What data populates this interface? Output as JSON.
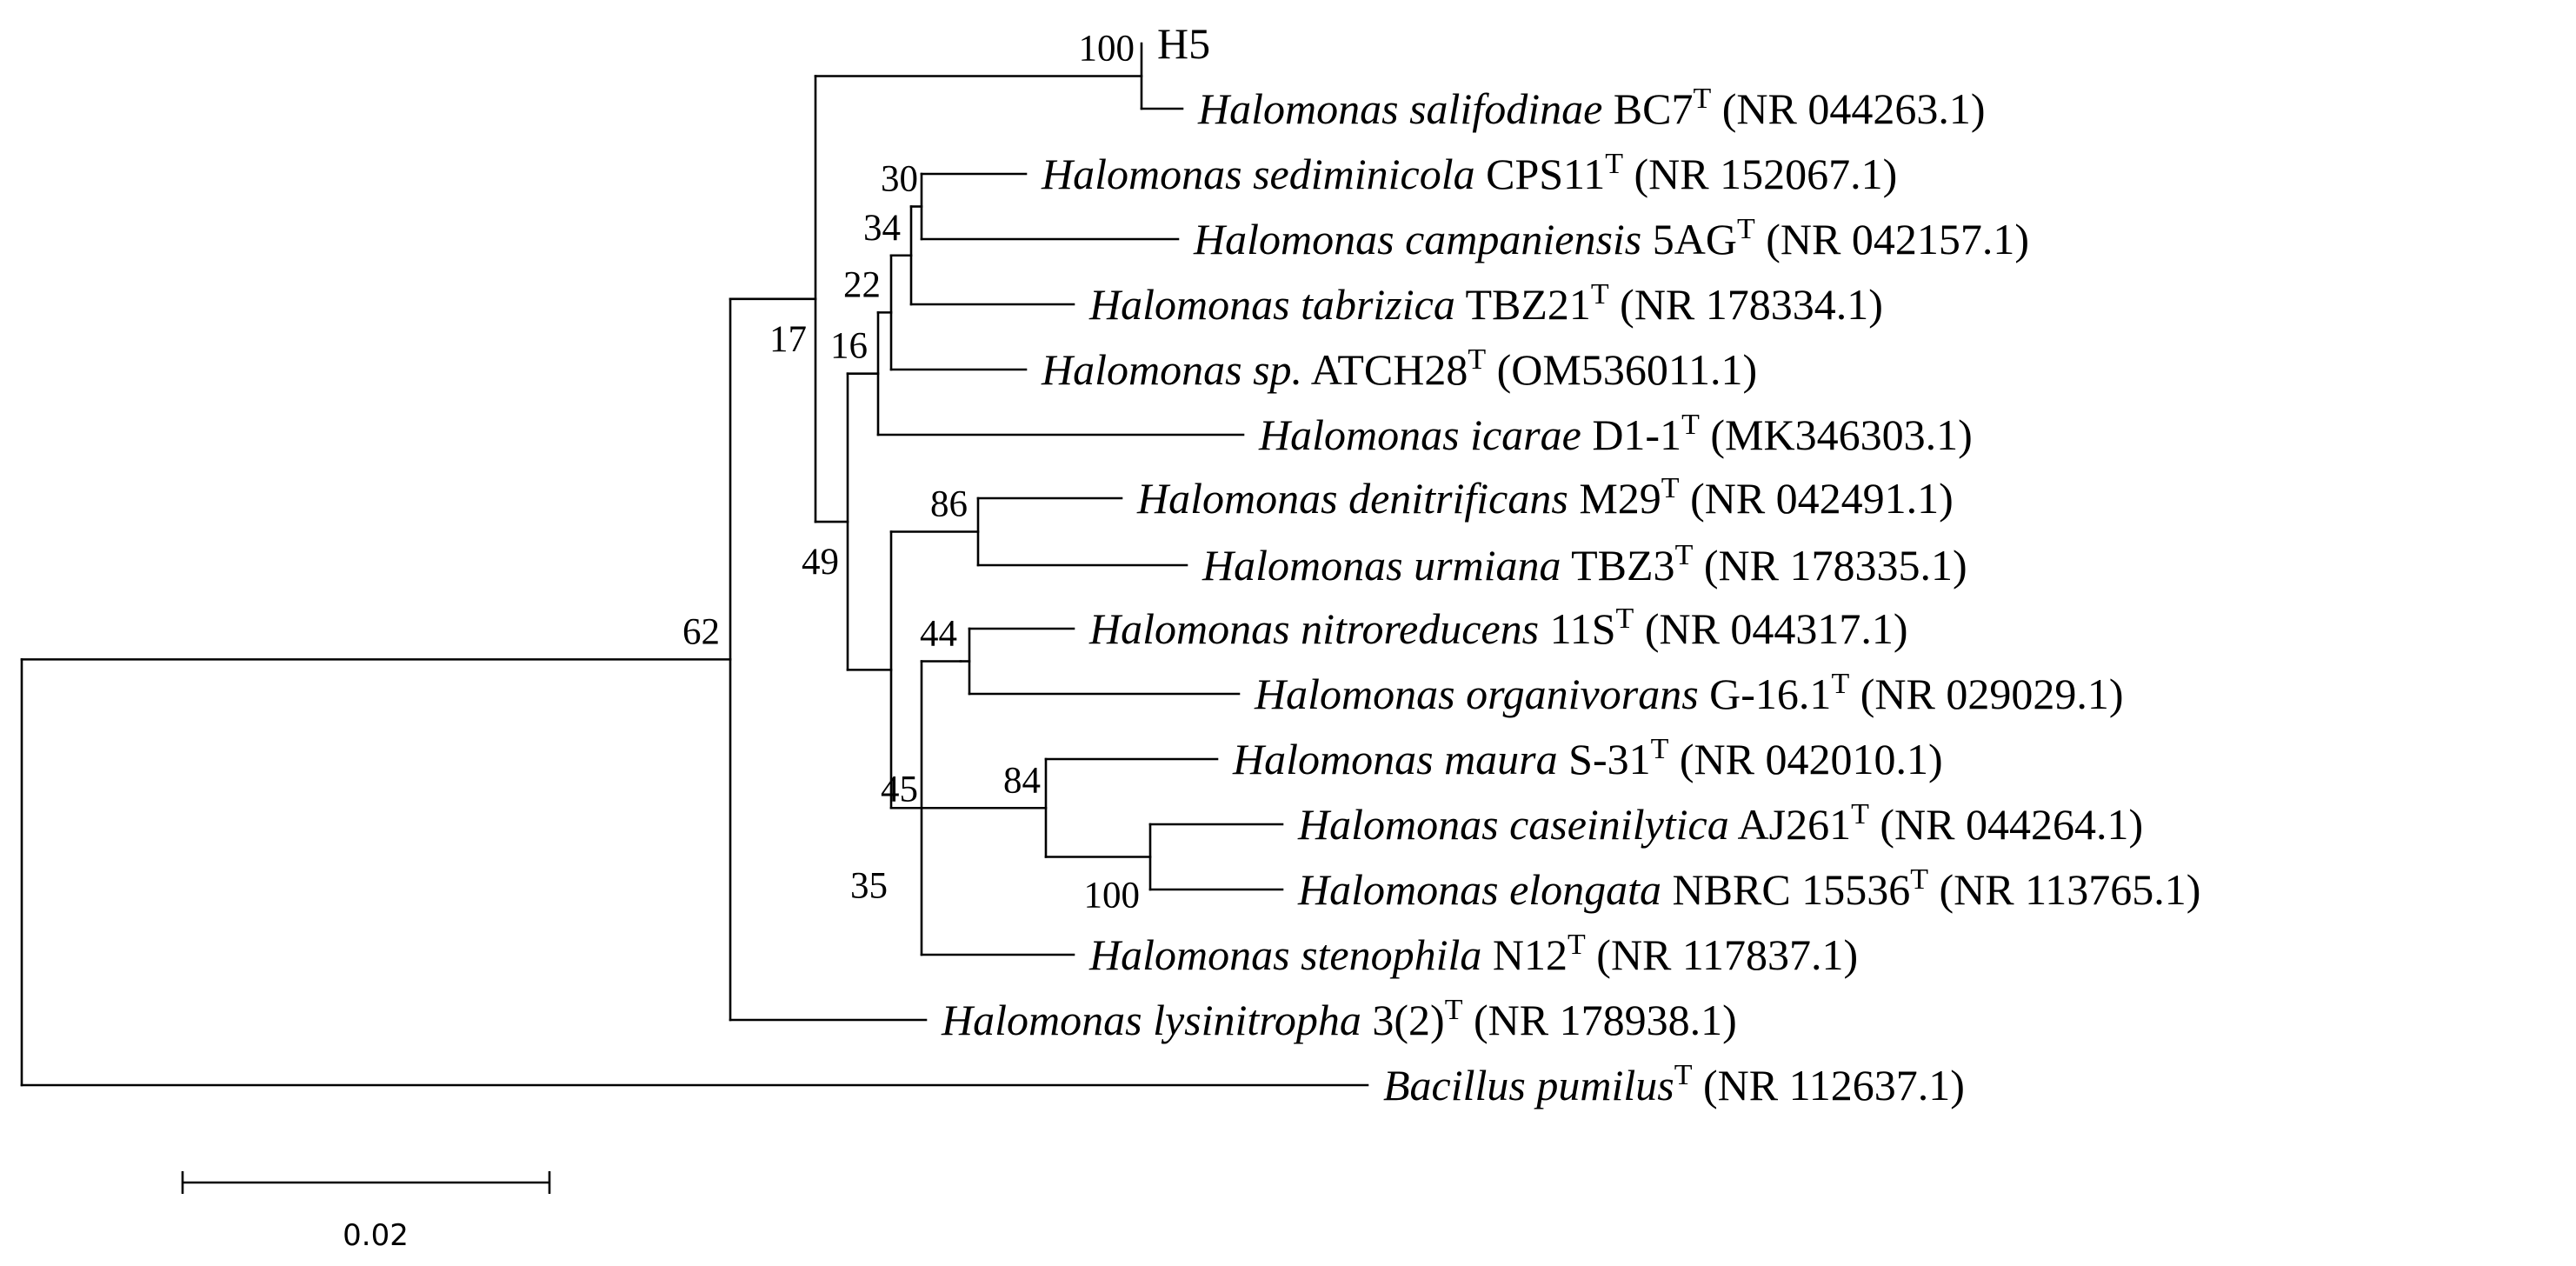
{
  "tree": {
    "taxa": [
      {
        "id": "h5",
        "species": "",
        "strain": "H5",
        "sup": "",
        "accession": ""
      },
      {
        "id": "salifodinae",
        "species": "Halomonas salifodinae",
        "strain": "BC7",
        "sup": "T",
        "accession": "(NR 044263.1)"
      },
      {
        "id": "sediminicola",
        "species": "Halomonas sediminicola",
        "strain": "CPS11",
        "sup": "T",
        "accession": "(NR 152067.1)"
      },
      {
        "id": "campaniensis",
        "species": "Halomonas campaniensis",
        "strain": "5AG",
        "sup": "T",
        "accession": "(NR 042157.1)"
      },
      {
        "id": "tabrizica",
        "species": "Halomonas tabrizica",
        "strain": "TBZ21",
        "sup": "T",
        "accession": "(NR 178334.1)"
      },
      {
        "id": "atch28",
        "species": "Halomonas sp.",
        "strain": "ATCH28",
        "sup": "T",
        "accession": "(OM536011.1)"
      },
      {
        "id": "icarae",
        "species": "Halomonas icarae",
        "strain": "D1-1",
        "sup": "T",
        "accession": "(MK346303.1)"
      },
      {
        "id": "denitrificans",
        "species": "Halomonas denitrificans",
        "strain": "M29",
        "sup": "T",
        "accession": "(NR 042491.1)"
      },
      {
        "id": "urmiana",
        "species": "Halomonas urmiana",
        "strain": "TBZ3",
        "sup": "T",
        "accession": "(NR 178335.1)"
      },
      {
        "id": "nitroreducens",
        "species": "Halomonas nitroreducens",
        "strain": "11S",
        "sup": "T",
        "accession": "(NR 044317.1)"
      },
      {
        "id": "organivorans",
        "species": "Halomonas organivorans",
        "strain": "G-16.1",
        "sup": "T",
        "accession": "(NR 029029.1)"
      },
      {
        "id": "maura",
        "species": "Halomonas maura",
        "strain": "S-31",
        "sup": "T",
        "accession": "(NR 042010.1)"
      },
      {
        "id": "caseinilytica",
        "species": "Halomonas caseinilytica",
        "strain": "AJ261",
        "sup": "T",
        "accession": "(NR 044264.1)"
      },
      {
        "id": "elongata",
        "species": "Halomonas elongata",
        "strain": "NBRC 15536",
        "sup": "T",
        "accession": "(NR 113765.1)"
      },
      {
        "id": "stenophila",
        "species": "Halomonas stenophila",
        "strain": "N12",
        "sup": "T",
        "accession": "(NR 117837.1)"
      },
      {
        "id": "lysinitropha",
        "species": "Halomonas lysinitropha",
        "strain": "3(2)",
        "sup": "T",
        "accession": "(NR 178938.1)"
      },
      {
        "id": "pumilus",
        "species": "Bacillus pumilus",
        "strain": "",
        "sup": "T",
        "accession": "(NR 112637.1)"
      }
    ],
    "bootstrap_values": [
      "100",
      "30",
      "34",
      "22",
      "16",
      "62",
      "86",
      "17",
      "44",
      "49",
      "45",
      "84",
      "100",
      "35"
    ],
    "scale_bar_label": "0.02"
  }
}
